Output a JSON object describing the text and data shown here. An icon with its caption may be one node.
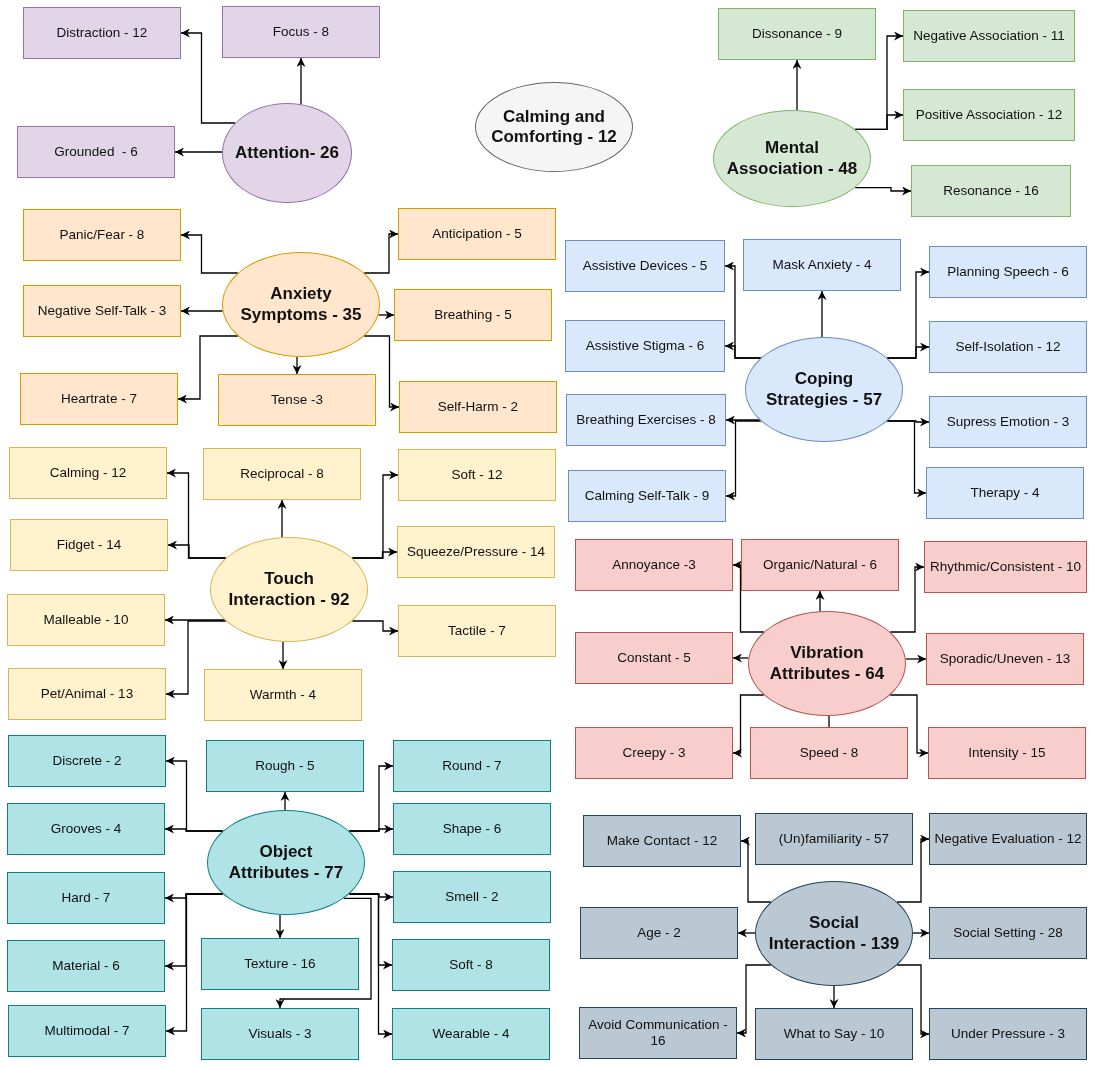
{
  "diagram": {
    "nodes": [
      {
        "text": [
          "Attention- 26"
        ]
      },
      {
        "text": [
          "Distraction - 12"
        ]
      },
      {
        "text": [
          "Focus - 8"
        ]
      },
      {
        "text": [
          "Grounded  - 6"
        ]
      },
      {
        "text": [
          "Calming and Comforting - 12"
        ]
      },
      {
        "text": [
          "Mental Association - 48"
        ]
      },
      {
        "text": [
          "Dissonance - 9"
        ]
      },
      {
        "text": [
          "Negative Association - 11"
        ]
      },
      {
        "text": [
          "Positive Association - 12"
        ]
      },
      {
        "text": [
          "Resonance - 16"
        ]
      },
      {
        "text": [
          "Anxiety Symptoms - 35"
        ]
      },
      {
        "text": [
          "Panic/Fear - 8"
        ]
      },
      {
        "text": [
          "Anticipation - 5"
        ]
      },
      {
        "text": [
          "Negative Self-Talk - 3"
        ]
      },
      {
        "text": [
          "Breathing - 5"
        ]
      },
      {
        "text": [
          "Heartrate - 7"
        ]
      },
      {
        "text": [
          "Tense -3"
        ]
      },
      {
        "text": [
          "Self-Harm - 2"
        ]
      },
      {
        "text": [
          "Coping Strategies - 57"
        ]
      },
      {
        "text": [
          "Assistive Devices - 5"
        ]
      },
      {
        "text": [
          "Mask Anxiety - 4"
        ]
      },
      {
        "text": [
          "Planning Speech - 6"
        ]
      },
      {
        "text": [
          "Assistive Stigma - 6"
        ]
      },
      {
        "text": [
          "Self-Isolation - 12"
        ]
      },
      {
        "text": [
          "Breathing Exercises - 8"
        ]
      },
      {
        "text": [
          "Supress Emotion - 3"
        ]
      },
      {
        "text": [
          "Calming Self-Talk - 9"
        ]
      },
      {
        "text": [
          "Therapy - 4"
        ]
      },
      {
        "text": [
          "Touch Interaction - 92"
        ]
      },
      {
        "text": [
          "Calming - 12"
        ]
      },
      {
        "text": [
          "Reciprocal - 8"
        ]
      },
      {
        "text": [
          "Soft - 12"
        ]
      },
      {
        "text": [
          "Fidget - 14"
        ]
      },
      {
        "text": [
          "Squeeze/Pressure - 14"
        ]
      },
      {
        "text": [
          "Malleable - 10"
        ]
      },
      {
        "text": [
          "Tactile - 7"
        ]
      },
      {
        "text": [
          "Pet/Animal - 13"
        ]
      },
      {
        "text": [
          "Warmth - 4"
        ]
      },
      {
        "text": [
          "Vibration Attributes - 64"
        ]
      },
      {
        "text": [
          "Annoyance -3"
        ]
      },
      {
        "text": [
          "Organic/Natural - 6"
        ]
      },
      {
        "text": [
          "Rhythmic/Consistent - 10"
        ]
      },
      {
        "text": [
          "Constant - 5"
        ]
      },
      {
        "text": [
          "Sporadic/Uneven - 13"
        ]
      },
      {
        "text": [
          "Creepy - 3"
        ]
      },
      {
        "text": [
          "Speed - 8"
        ]
      },
      {
        "text": [
          "Intensity - 15"
        ]
      },
      {
        "text": [
          "Object Attributes - 77"
        ]
      },
      {
        "text": [
          "Discrete - 2"
        ]
      },
      {
        "text": [
          "Rough - 5"
        ]
      },
      {
        "text": [
          "Round - 7"
        ]
      },
      {
        "text": [
          "Grooves - 4"
        ]
      },
      {
        "text": [
          "Shape - 6"
        ]
      },
      {
        "text": [
          "Hard - 7"
        ]
      },
      {
        "text": [
          "Smell - 2"
        ]
      },
      {
        "text": [
          "Material - 6"
        ]
      },
      {
        "text": [
          "Texture - 16"
        ]
      },
      {
        "text": [
          "Soft - 8"
        ]
      },
      {
        "text": [
          "Multimodal - 7"
        ]
      },
      {
        "text": [
          "Visuals - 3"
        ]
      },
      {
        "text": [
          "Wearable - 4"
        ]
      },
      {
        "text": [
          "Social Interaction - 139"
        ]
      },
      {
        "text": [
          "Make Contact - 12"
        ]
      },
      {
        "text": [
          "(Un)familiarity - 57"
        ]
      },
      {
        "text": [
          "Negative Evaluation - 12"
        ]
      },
      {
        "text": [
          "Age - 2"
        ]
      },
      {
        "text": [
          "Social Setting - 28"
        ]
      },
      {
        "text": [
          "Avoid Communication - 16"
        ]
      },
      {
        "text": [
          "What to Say - 10"
        ]
      },
      {
        "text": [
          "Under Pressure - 3"
        ]
      }
    ],
    "edges": [
      {
        "from": 0,
        "to": 1,
        "arrow": "to"
      },
      {
        "from": 0,
        "to": 2,
        "arrow": "to"
      },
      {
        "from": 0,
        "to": 3,
        "arrow": "to"
      },
      {
        "from": 5,
        "to": 6,
        "arrow": "to"
      },
      {
        "from": 5,
        "to": 7,
        "arrow": "to"
      },
      {
        "from": 5,
        "to": 8,
        "arrow": "to"
      },
      {
        "from": 5,
        "to": 9,
        "arrow": "to"
      },
      {
        "from": 10,
        "to": 11,
        "arrow": "to"
      },
      {
        "from": 10,
        "to": 12,
        "arrow": "to"
      },
      {
        "from": 10,
        "to": 13,
        "arrow": "to"
      },
      {
        "from": 10,
        "to": 14,
        "arrow": "to"
      },
      {
        "from": 10,
        "to": 15,
        "arrow": "to"
      },
      {
        "from": 10,
        "to": 16,
        "arrow": "to"
      },
      {
        "from": 10,
        "to": 17,
        "arrow": "to"
      },
      {
        "from": 18,
        "to": 19,
        "arrow": "to"
      },
      {
        "from": 18,
        "to": 20,
        "arrow": "to"
      },
      {
        "from": 18,
        "to": 21,
        "arrow": "to"
      },
      {
        "from": 18,
        "to": 22,
        "arrow": "to"
      },
      {
        "from": 18,
        "to": 23,
        "arrow": "to"
      },
      {
        "from": 18,
        "to": 24,
        "arrow": "to"
      },
      {
        "from": 18,
        "to": 25,
        "arrow": "to"
      },
      {
        "from": 18,
        "to": 26,
        "arrow": "to"
      },
      {
        "from": 18,
        "to": 27,
        "arrow": "to"
      },
      {
        "from": 28,
        "to": 29,
        "arrow": "to"
      },
      {
        "from": 28,
        "to": 30,
        "arrow": "to"
      },
      {
        "from": 28,
        "to": 31,
        "arrow": "to"
      },
      {
        "from": 28,
        "to": 32,
        "arrow": "to"
      },
      {
        "from": 28,
        "to": 33,
        "arrow": "to"
      },
      {
        "from": 28,
        "to": 34,
        "arrow": "to"
      },
      {
        "from": 28,
        "to": 35,
        "arrow": "to"
      },
      {
        "from": 28,
        "to": 36,
        "arrow": "to"
      },
      {
        "from": 28,
        "to": 37,
        "arrow": "to"
      },
      {
        "from": 38,
        "to": 39,
        "arrow": "to"
      },
      {
        "from": 38,
        "to": 40,
        "arrow": "to"
      },
      {
        "from": 38,
        "to": 41,
        "arrow": "to"
      },
      {
        "from": 38,
        "to": 42,
        "arrow": "to"
      },
      {
        "from": 38,
        "to": 43,
        "arrow": "to"
      },
      {
        "from": 38,
        "to": 44,
        "arrow": "to"
      },
      {
        "from": 38,
        "to": 45,
        "arrow": "none"
      },
      {
        "from": 38,
        "to": 46,
        "arrow": "to"
      },
      {
        "from": 47,
        "to": 48,
        "arrow": "to"
      },
      {
        "from": 47,
        "to": 49,
        "arrow": "to"
      },
      {
        "from": 47,
        "to": 50,
        "arrow": "to"
      },
      {
        "from": 47,
        "to": 51,
        "arrow": "to"
      },
      {
        "from": 47,
        "to": 52,
        "arrow": "to"
      },
      {
        "from": 47,
        "to": 53,
        "arrow": "to"
      },
      {
        "from": 47,
        "to": 54,
        "arrow": "to"
      },
      {
        "from": 47,
        "to": 55,
        "arrow": "to"
      },
      {
        "from": 47,
        "to": 56,
        "arrow": "to"
      },
      {
        "from": 47,
        "to": 57,
        "arrow": "to"
      },
      {
        "from": 47,
        "to": 58,
        "arrow": "to"
      },
      {
        "from": 47,
        "to": 59,
        "arrow": "to"
      },
      {
        "from": 47,
        "to": 60,
        "arrow": "to"
      },
      {
        "from": 61,
        "to": 62,
        "arrow": "to"
      },
      {
        "from": 61,
        "to": 64,
        "arrow": "to"
      },
      {
        "from": 61,
        "to": 65,
        "arrow": "to"
      },
      {
        "from": 61,
        "to": 66,
        "arrow": "to"
      },
      {
        "from": 61,
        "to": 67,
        "arrow": "to"
      },
      {
        "from": 61,
        "to": 68,
        "arrow": "to"
      },
      {
        "from": 61,
        "to": 69,
        "arrow": "to"
      }
    ]
  }
}
